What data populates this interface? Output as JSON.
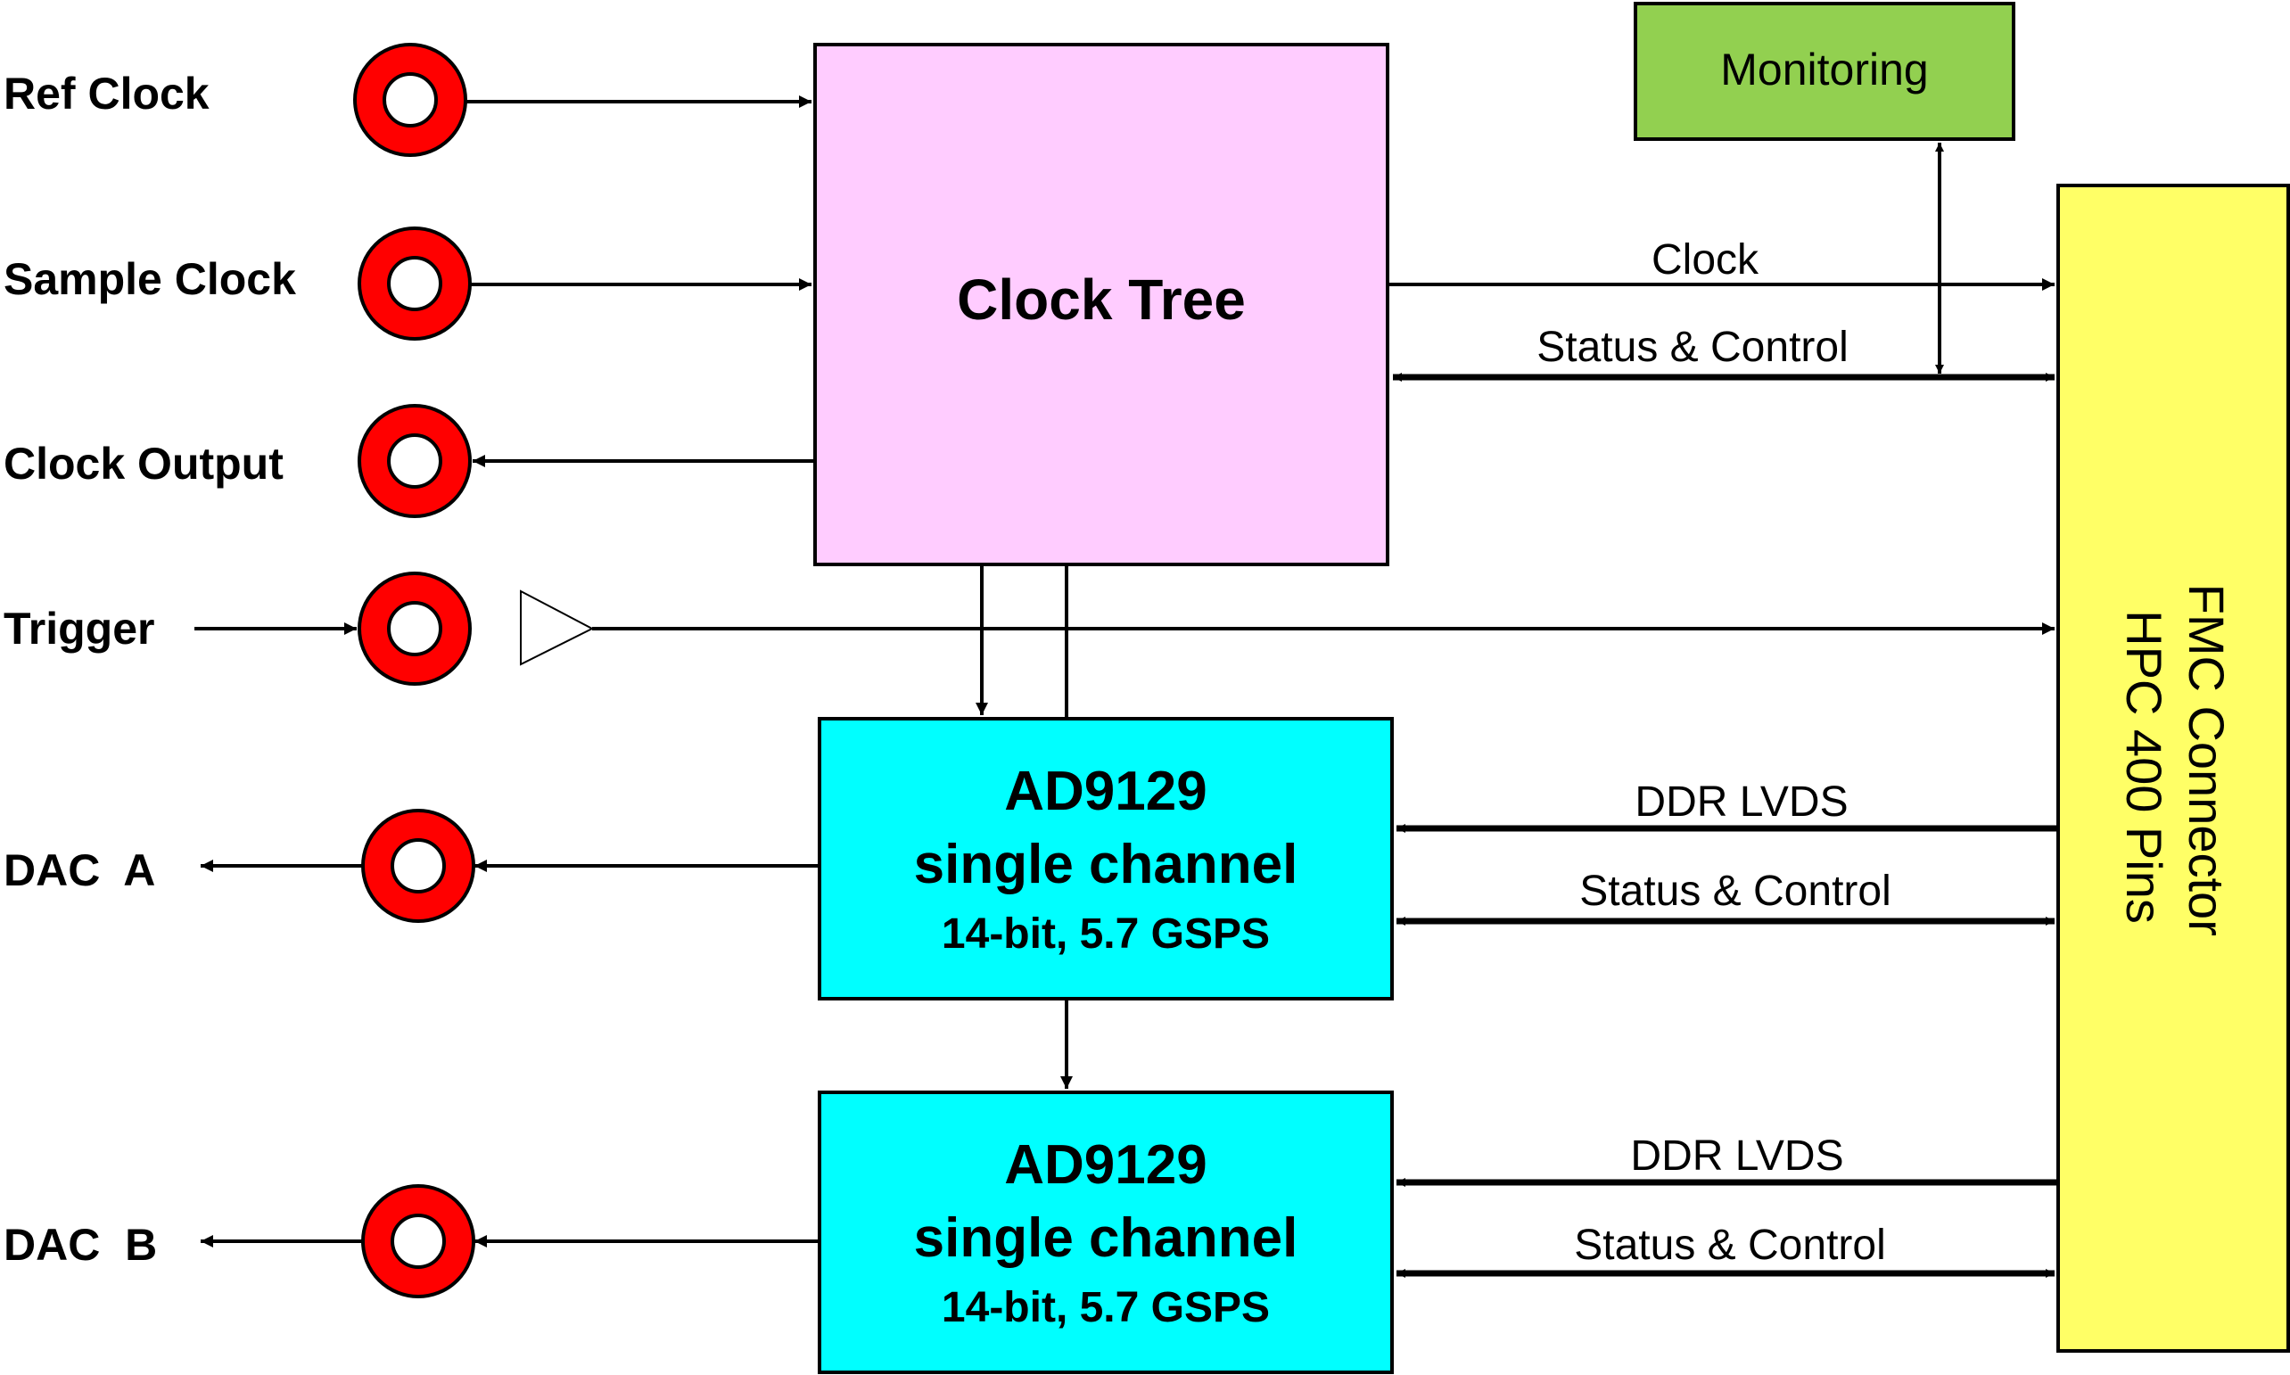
{
  "inputs": {
    "ref_clock": "Ref Clock",
    "sample_clock": "Sample Clock",
    "clock_output": "Clock Output",
    "trigger": "Trigger",
    "dac_a": "DAC  A",
    "dac_b": "DAC  B"
  },
  "blocks": {
    "clock_tree": "Clock Tree",
    "monitoring": "Monitoring",
    "dac1": {
      "title": "AD9129",
      "subtitle": "single channel",
      "spec": "14-bit, 5.7 GSPS"
    },
    "dac2": {
      "title": "AD9129",
      "subtitle": "single channel",
      "spec": "14-bit, 5.7 GSPS"
    },
    "fmc": {
      "line1": "FMC Connector",
      "line2": "HPC 400 Pins"
    }
  },
  "signals": {
    "clock": "Clock",
    "status_control_1": "Status & Control",
    "ddr_lvds_1": "DDR LVDS",
    "status_control_2": "Status & Control",
    "ddr_lvds_2": "DDR LVDS",
    "status_control_3": "Status & Control"
  },
  "colors": {
    "clock_tree": "#ffccff",
    "monitoring": "#92d050",
    "dac_block": "#00ffff",
    "fmc": "#ffff66",
    "connector": "#ff0000"
  }
}
